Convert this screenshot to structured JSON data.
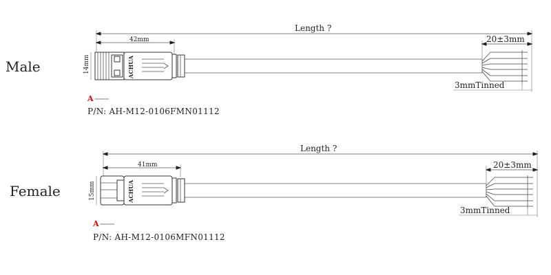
{
  "male": {
    "label": "Male",
    "length_label": "Length ?",
    "connector_length": "42mm",
    "diameter": "14mm",
    "strip_length": "20±3mm",
    "tinned": "3mmTinned",
    "revision": "A",
    "part_number": "P/N: AH-M12-0106FMN01112",
    "logo": "ACHUA"
  },
  "female": {
    "label": "Female",
    "length_label": "Length ?",
    "connector_length": "41mm",
    "diameter": "15mm",
    "strip_length": "20±3mm",
    "tinned": "3mmTinned",
    "revision": "A",
    "part_number": "P/N: AH-M12-0106MFN01112",
    "logo": "ACHUA"
  },
  "colors": {
    "line": "#555555",
    "revision": "#cc0000",
    "text": "#222222"
  }
}
